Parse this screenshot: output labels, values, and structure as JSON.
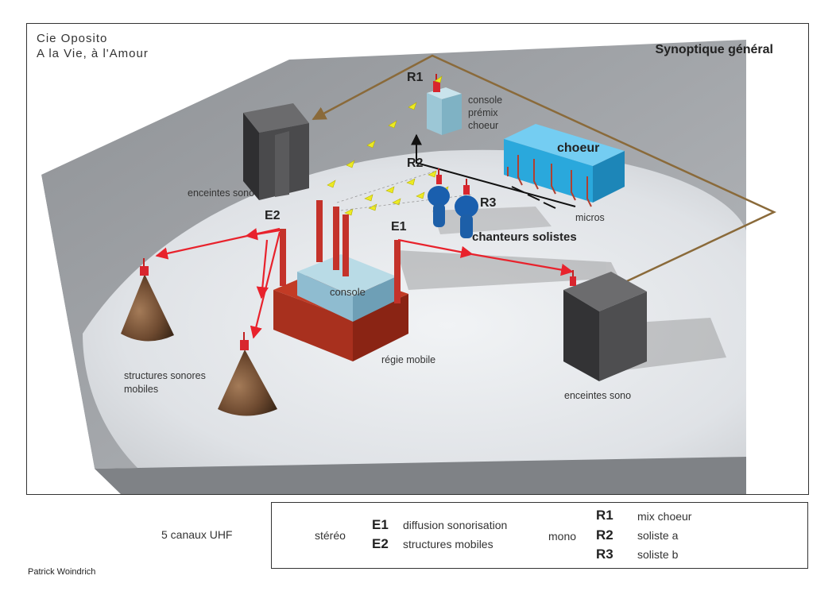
{
  "header": {
    "company_line1": "Cie Oposito",
    "company_line2": "A la Vie, à l'Amour",
    "title": "Synoptique général"
  },
  "diagram": {
    "labels": {
      "r1": "R1",
      "r2": "R2",
      "r3": "R3",
      "e1": "E1",
      "e2": "E2",
      "console_premix_line1": "console",
      "console_premix_line2": "prémix",
      "console_premix_line3": "choeur",
      "choeur": "choeur",
      "micros": "micros",
      "chanteurs_solistes": "chanteurs solistes",
      "enceintes_sono_left": "enceintes sono",
      "enceintes_sono_right": "enceintes sono",
      "console": "console",
      "regie_mobile": "régie mobile",
      "structures_line1": "structures sonores",
      "structures_line2": "mobiles"
    },
    "colors": {
      "floor": "#e3e6ea",
      "floor_dark": "#a9acb0",
      "link_red": "#e8222c",
      "link_yellow": "#ecea22",
      "choeur_blue": "#2aa8dc",
      "speaker_dark": "#3c3c3e",
      "brown_wire": "#8a6a3a",
      "regie_red": "#a8301e"
    }
  },
  "footer": {
    "channels": "5 canaux UHF",
    "author": "Patrick Woindrich"
  },
  "legend": {
    "stereo_label": "stéréo",
    "mono_label": "mono",
    "stereo_items": [
      {
        "code": "E1",
        "desc": "diffusion sonorisation"
      },
      {
        "code": "E2",
        "desc": "structures mobiles"
      }
    ],
    "mono_items": [
      {
        "code": "R1",
        "desc": "mix choeur"
      },
      {
        "code": "R2",
        "desc": "soliste a"
      },
      {
        "code": "R3",
        "desc": "soliste b"
      }
    ]
  }
}
